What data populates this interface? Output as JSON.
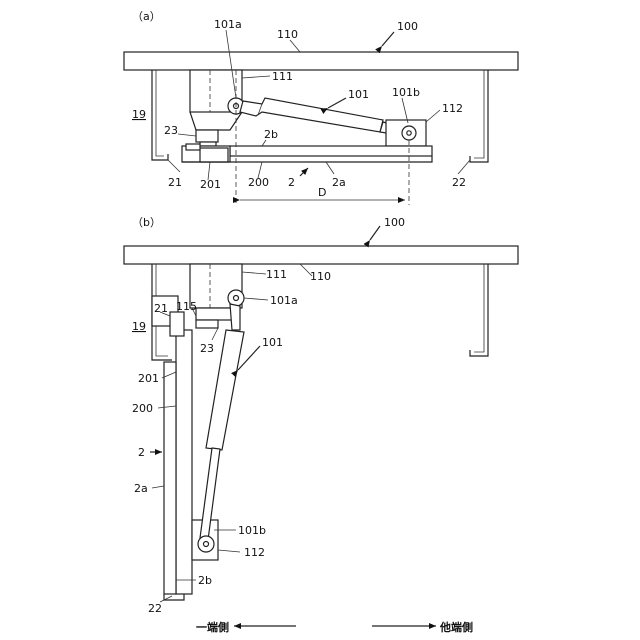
{
  "panel_a": {
    "tag": "（a）",
    "labels": {
      "n100": "100",
      "n110": "110",
      "n101a": "101a",
      "n111": "111",
      "n101": "101",
      "n101b": "101b",
      "n112": "112",
      "n19": "19",
      "n23": "23",
      "n2b": "2b",
      "n21": "21",
      "n201": "201",
      "n200": "200",
      "n2": "2",
      "n2a": "2a",
      "n22": "22",
      "nD": "D"
    }
  },
  "panel_b": {
    "tag": "（b）",
    "labels": {
      "n100": "100",
      "n111": "111",
      "n110": "110",
      "n101a": "101a",
      "n21": "21",
      "n115": "115",
      "n19": "19",
      "n23": "23",
      "n101": "101",
      "n201": "201",
      "n200": "200",
      "n2": "2",
      "n2a": "2a",
      "n101b": "101b",
      "n112": "112",
      "n2b": "2b",
      "n22": "22"
    }
  },
  "direction": {
    "left": "一端側",
    "right": "他端側"
  }
}
